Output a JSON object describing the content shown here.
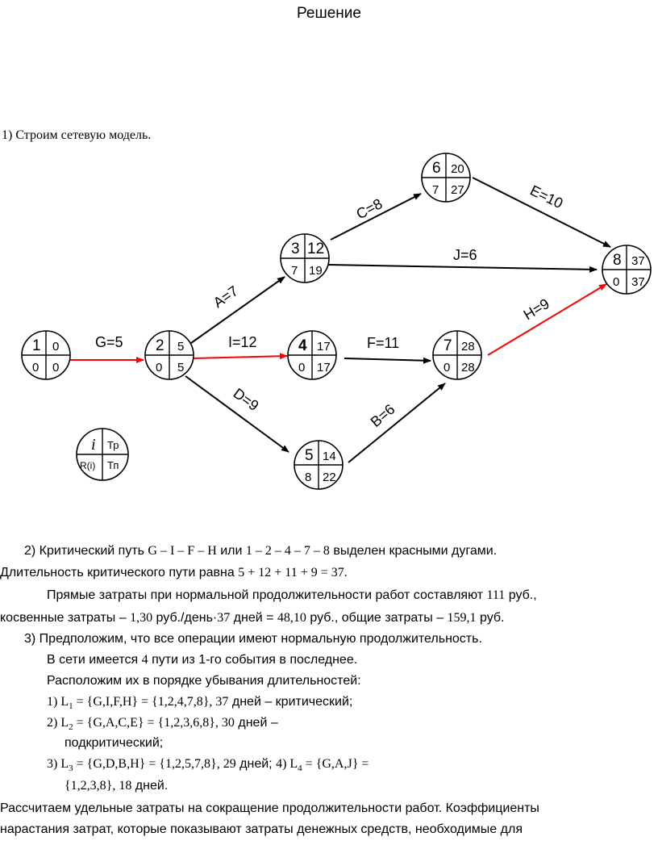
{
  "title": "Решение",
  "step1": "1) Строим сетевую модель.",
  "nodes": [
    {
      "id": "1",
      "tr": "0",
      "r": "0",
      "tp": "0"
    },
    {
      "id": "2",
      "tr": "5",
      "r": "0",
      "tp": "5"
    },
    {
      "id": "3",
      "tr": "12",
      "r": "7",
      "tp": "19"
    },
    {
      "id": "4",
      "tr": "17",
      "r": "0",
      "tp": "17"
    },
    {
      "id": "5",
      "tr": "14",
      "r": "8",
      "tp": "22"
    },
    {
      "id": "6",
      "tr": "20",
      "r": "7",
      "tp": "27"
    },
    {
      "id": "7",
      "tr": "28",
      "r": "0",
      "tp": "28"
    },
    {
      "id": "8",
      "tr": "37",
      "r": "0",
      "tp": "37"
    }
  ],
  "edges": [
    {
      "label": "G=5",
      "critical": true
    },
    {
      "label": "A=7",
      "critical": false
    },
    {
      "label": "I=12",
      "critical": true
    },
    {
      "label": "D=9",
      "critical": false
    },
    {
      "label": "C=8",
      "critical": false
    },
    {
      "label": "J=6",
      "critical": false
    },
    {
      "label": "F=11",
      "critical": true
    },
    {
      "label": "B=6",
      "critical": false
    },
    {
      "label": "E=10",
      "critical": false
    },
    {
      "label": "H=9",
      "critical": true
    }
  ],
  "legend": {
    "i": "i",
    "tr": "Тр",
    "r": "R(i)",
    "tp": "Тп"
  },
  "colors": {
    "critical": "#ff0000",
    "normal": "#000000"
  },
  "text": {
    "p2_a": "2) Критический путь ",
    "p2_b": "G – I – F – H",
    "p2_c": " или ",
    "p2_d": "1 – 2 – 4 – 7 – 8",
    "p2_e": " выделен красными дугами.",
    "p3_a": "Длительность критического пути равна ",
    "p3_b": "5 + 12 + 11 + 9  = 37.",
    "p4_a": "Прямые затраты при нормальной продолжительности работ составляют ",
    "p4_b": "111",
    "p4_c": " руб.,",
    "p5_a": "косвенные затраты – ",
    "p5_b": "1,30",
    "p5_c": " руб./день·",
    "p5_d": "37",
    "p5_e": " дней = ",
    "p5_f": "48,10",
    "p5_g": " руб., общие затраты – ",
    "p5_h": "159,1",
    "p5_i": " руб.",
    "p6": "3) Предположим, что все операции имеют нормальную продолжительность.",
    "p7_a": "В сети имеется ",
    "p7_b": "4",
    "p7_c": " пути из 1-го события в последнее.",
    "p8": "Расположим их в порядке убывания длительностей:",
    "l1_a": "1) L",
    "l1_sub": "1",
    "l1_b": " = {G,I,F,H} = {1,2,4,7,8},   37",
    "l1_c": " дней – критический;",
    "l2_a": "2) L",
    "l2_sub": "2",
    "l2_b": " = {G,A,C,E} = {1,2,3,6,8},  30",
    "l2_c": " дней –",
    "l2_d": "подкритический;",
    "l3_a": "3) L",
    "l3_sub": "3",
    "l3_b": " = {G,D,B,H} = {1,2,5,7,8}, 29",
    "l3_c": " дней; ",
    "l3_d": "4) L",
    "l3_sub2": "4",
    "l3_e": " = {G,A,J} =",
    "l4_a": "{1,2,3,8},  18",
    "l4_b": " дней.",
    "p9": "Рассчитаем удельные затраты на сокращение продолжительности работ. Коэффициенты",
    "p10": "нарастания затрат, которые показывают затраты денежных средств, необходимые для"
  }
}
